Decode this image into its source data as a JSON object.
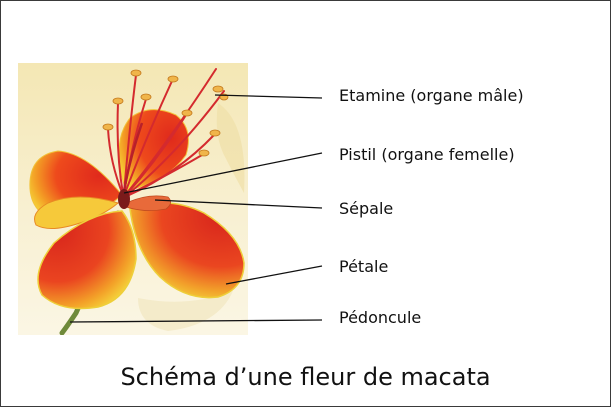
{
  "colors": {
    "petal_red": "#e8321e",
    "petal_yellow": "#f6dc3a",
    "stamen_red": "#d42a2e",
    "anther": "#f0b54a",
    "background_wash": "#f6ecc0",
    "leader_line": "#111111"
  },
  "labels": {
    "stamen": "Etamine (organe mâle)",
    "pistil": "Pistil (organe femelle)",
    "sepal": "Sépale",
    "petal": "Pétale",
    "peduncle": "Pédoncule"
  },
  "caption": "Schéma d’une fleur de macata"
}
